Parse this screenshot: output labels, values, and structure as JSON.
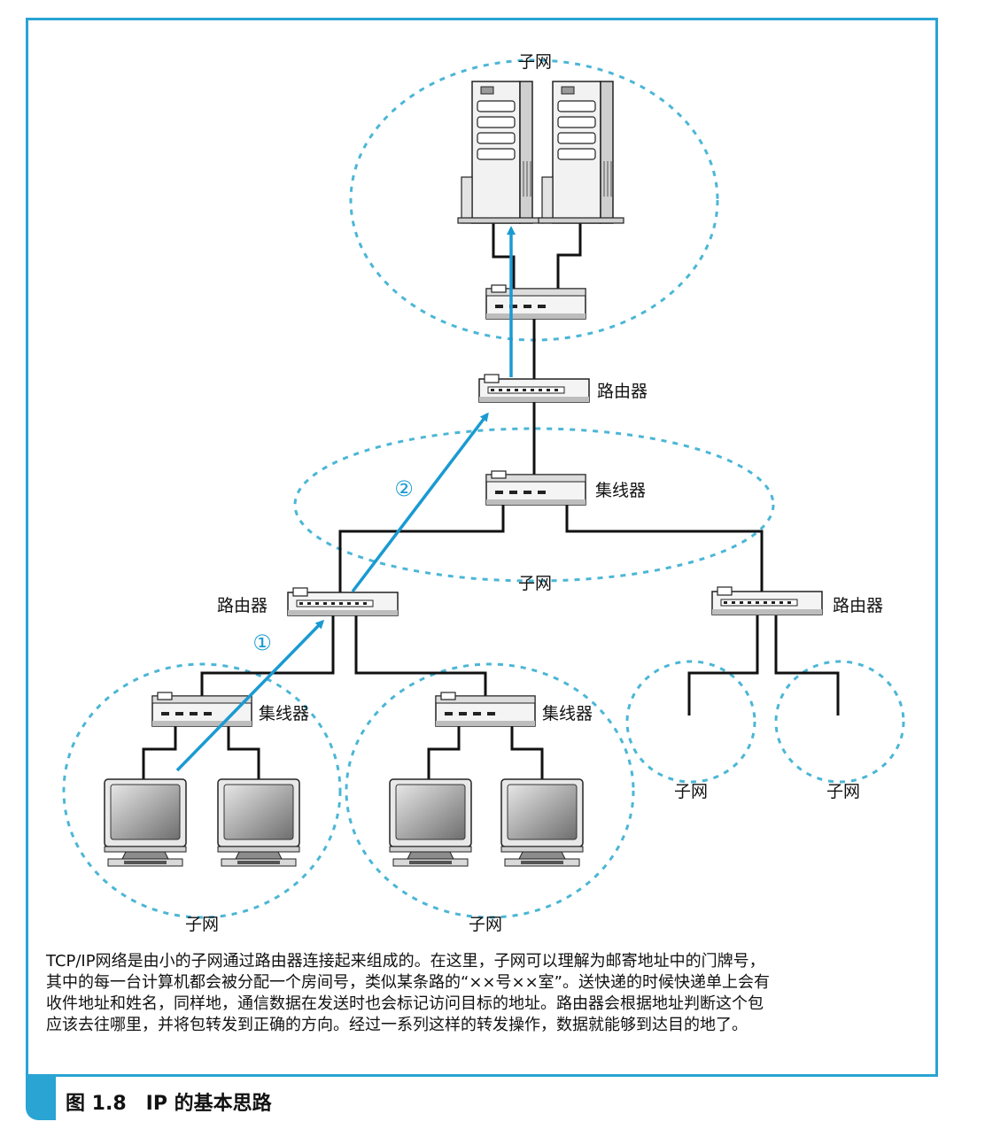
{
  "labels": {
    "subnet": "子网",
    "router": "路由器",
    "hub": "集线器",
    "step1": "①",
    "step2": "②"
  },
  "caption": {
    "lines": [
      "TCP/IP网络是由小的子网通过路由器连接起来组成的。在这里，子网可以理解为邮寄地址中的门牌号，",
      "其中的每一台计算机都会被分配一个房间号，类似某条路的“××号××室”。送快递的时候快递单上会有",
      "收件地址和姓名，同样地，通信数据在发送时也会标记访问目标的地址。路由器会根据地址判断这个包",
      "应该去往哪里，并将包转发到正确的方向。经过一系列这样的转发操作，数据就能够到达目的地了。"
    ]
  },
  "figure": {
    "title": "图 1.8　IP 的基本思路"
  },
  "colors": {
    "accent": "#29a4d3",
    "arrow": "#1a9ad2",
    "subnet_border": "#4bb6d6"
  }
}
